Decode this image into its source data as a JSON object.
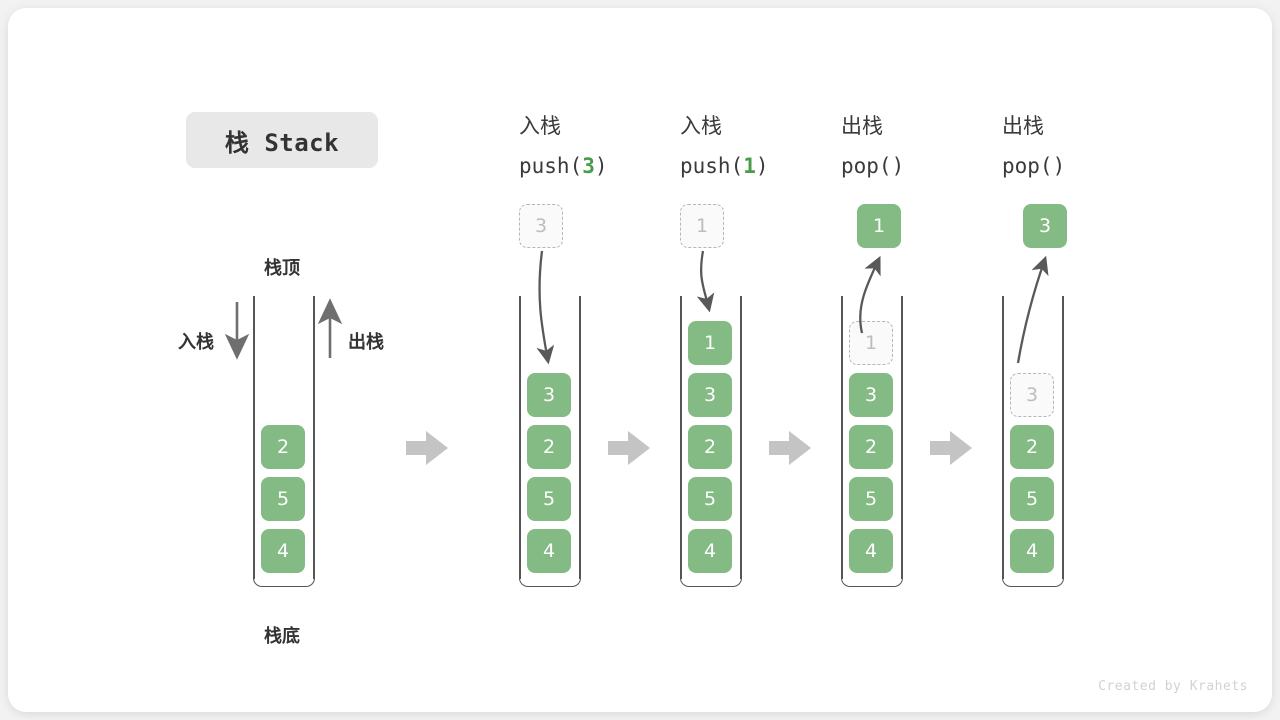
{
  "title": {
    "text": "栈 Stack"
  },
  "watermark": "Created by Krahets",
  "labels": {
    "top": "栈顶",
    "bottom": "栈底",
    "push": "入栈",
    "pop": "出栈"
  },
  "colors": {
    "element": "#84bb84",
    "element_text": "#ffffff",
    "ghost_border": "#b6b6b6",
    "ghost_text": "#bdbdbd",
    "container_border": "#555555",
    "arrow": "#595959",
    "flow_arrow": "#c4c4c4",
    "accent_arg": "#4a9c4a",
    "title_chip_bg": "#e8e8e8"
  },
  "stages": [
    {
      "id": "initial",
      "op_cn": "",
      "op_code": "",
      "op_arg": "",
      "stack": [
        "2",
        "5",
        "4"
      ],
      "ghost_in_stack": null,
      "floating": null,
      "floating_state": null
    },
    {
      "id": "push-3",
      "op_cn": "入栈",
      "op_code_prefix": "push(",
      "op_arg": "3",
      "op_code_suffix": ")",
      "stack": [
        "3",
        "2",
        "5",
        "4"
      ],
      "ghost_in_stack": null,
      "floating": "3",
      "floating_state": "ghost",
      "arrow_dir": "down"
    },
    {
      "id": "push-1",
      "op_cn": "入栈",
      "op_code_prefix": "push(",
      "op_arg": "1",
      "op_code_suffix": ")",
      "stack": [
        "1",
        "3",
        "2",
        "5",
        "4"
      ],
      "ghost_in_stack": null,
      "floating": "1",
      "floating_state": "ghost",
      "arrow_dir": "down"
    },
    {
      "id": "pop-1",
      "op_cn": "出栈",
      "op_code_prefix": "pop(",
      "op_arg": "",
      "op_code_suffix": ")",
      "stack": [
        "3",
        "2",
        "5",
        "4"
      ],
      "ghost_in_stack": "1",
      "floating": "1",
      "floating_state": "filled",
      "arrow_dir": "up"
    },
    {
      "id": "pop-3",
      "op_cn": "出栈",
      "op_code_prefix": "pop(",
      "op_arg": "",
      "op_code_suffix": ")",
      "stack": [
        "2",
        "5",
        "4"
      ],
      "ghost_in_stack": "3",
      "floating": "3",
      "floating_state": "filled",
      "arrow_dir": "up"
    }
  ]
}
